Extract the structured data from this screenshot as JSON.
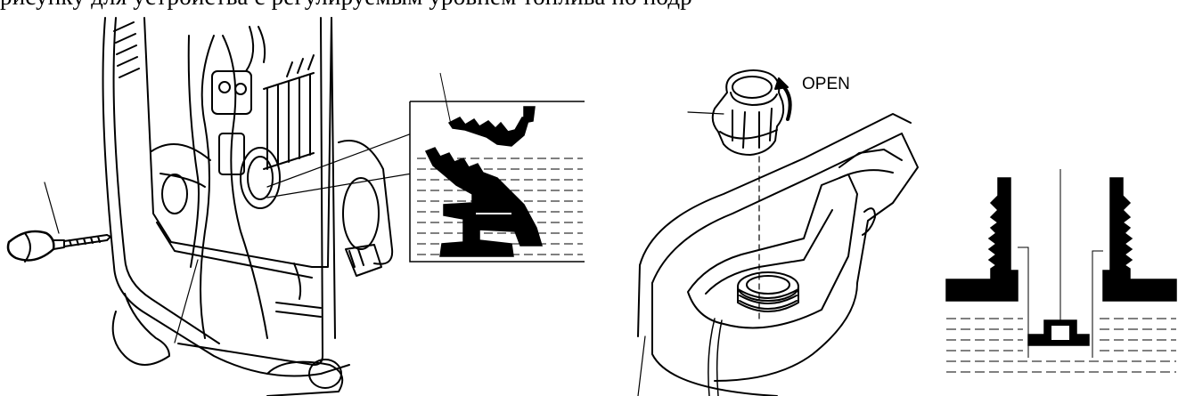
{
  "page": {
    "top_caption_fragment": "рисунку для устройства с регулируемым уровнем топлива по подр",
    "accent_color": "#000000",
    "background_color": "#ffffff"
  },
  "figures": [
    {
      "name": "engine-rear-access-illustration",
      "labels": []
    },
    {
      "name": "seal-detail-illustration",
      "labels": []
    },
    {
      "name": "fuel-cap-open-illustration",
      "labels": {
        "open_label": "OPEN"
      }
    },
    {
      "name": "fuel-filler-cross-section",
      "labels": []
    }
  ]
}
